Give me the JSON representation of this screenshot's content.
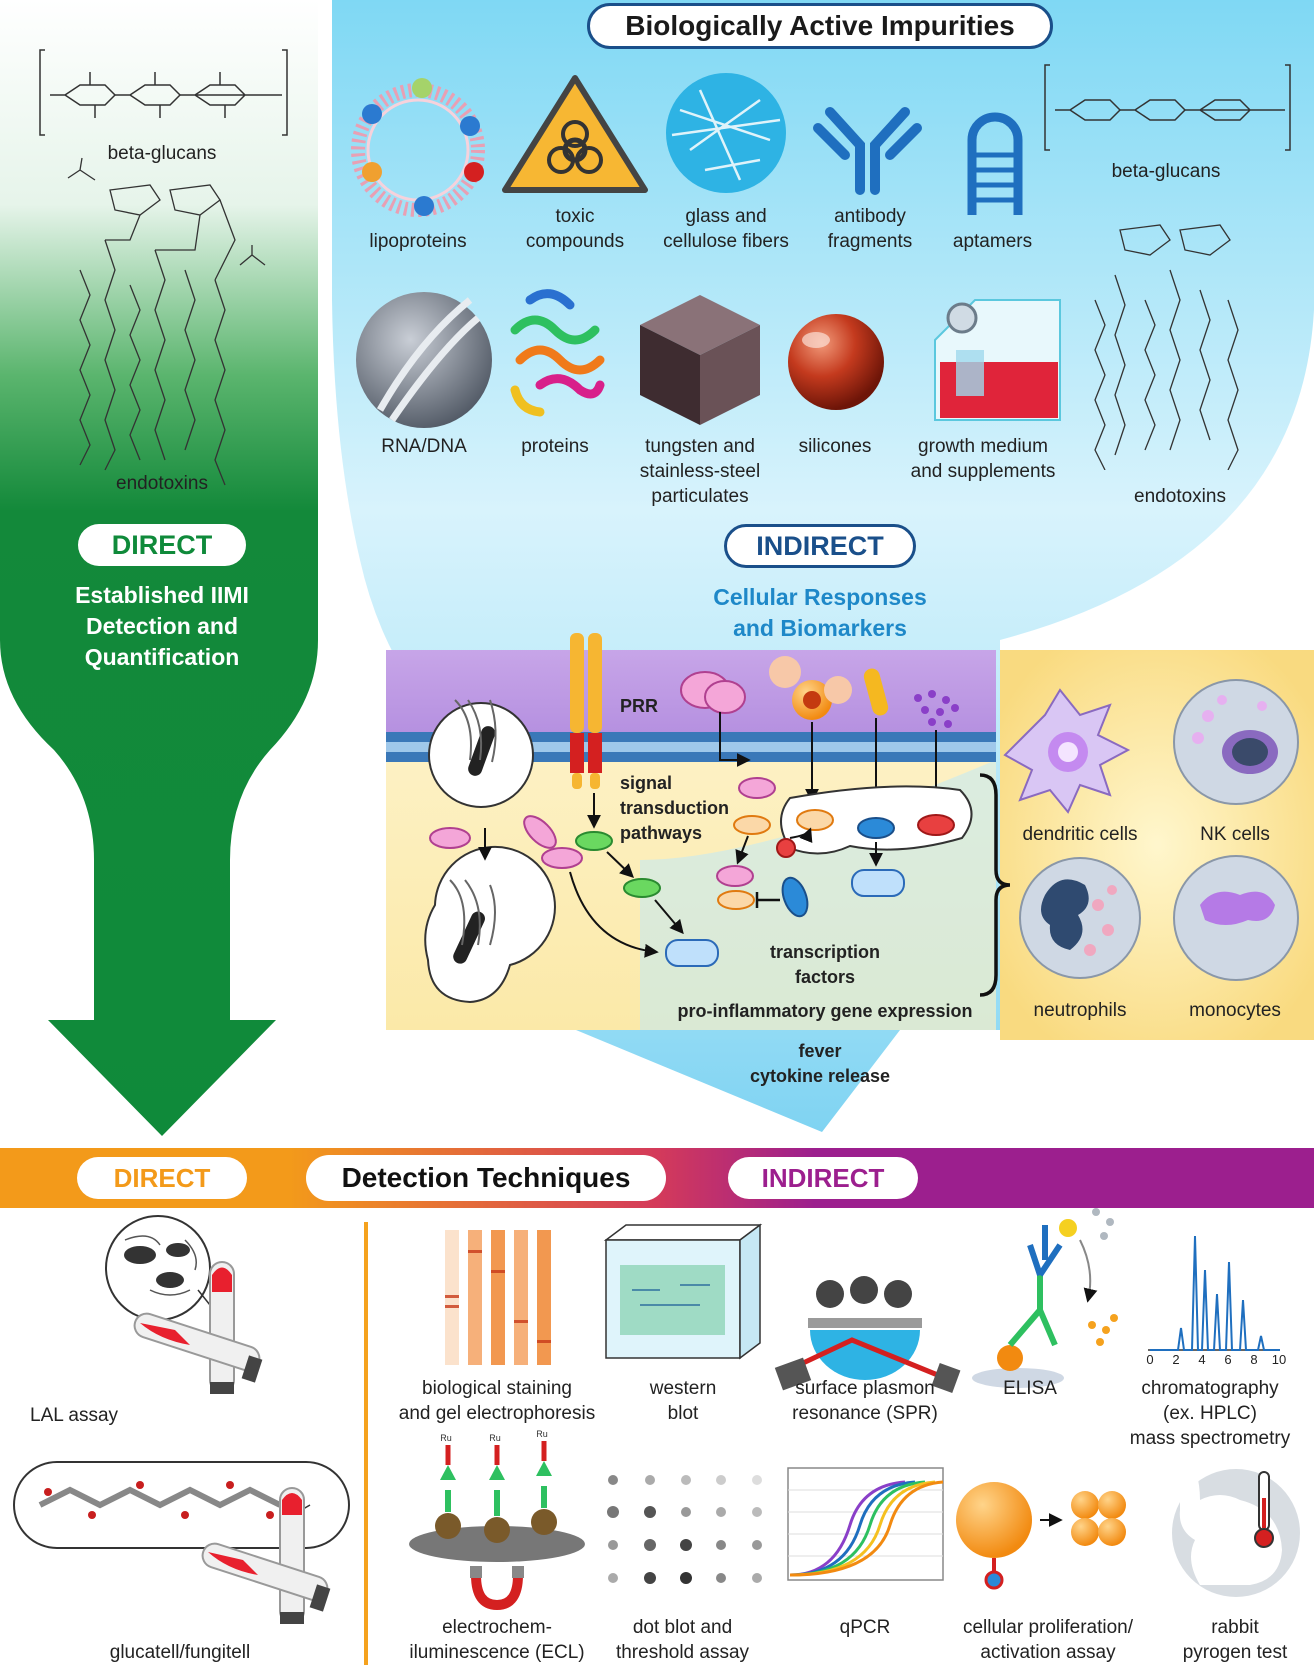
{
  "header": {
    "title": "Biologically Active Impurities"
  },
  "direct_panel": {
    "beta_glucans_label": "beta-glucans",
    "endotoxins_label": "endotoxins",
    "badge": "DIRECT",
    "description_lines": [
      "Established IIMI",
      "Detection and",
      "Quantification"
    ]
  },
  "impurities": {
    "row1": [
      "lipoproteins",
      "toxic\ncompounds",
      "glass and\ncellulose fibers",
      "antibody\nfragments",
      "aptamers"
    ],
    "row2": [
      "RNA/DNA",
      "proteins",
      "tungsten and\nstainless-steel\nparticulates",
      "silicones",
      "growth medium\nand supplements"
    ],
    "right_beta_glucans": "beta-glucans",
    "right_endotoxins": "endotoxins"
  },
  "indirect_panel": {
    "badge": "INDIRECT",
    "subtitle_lines": [
      "Cellular Responses",
      "and Biomarkers"
    ],
    "prr_label": "PRR",
    "signal_label": "signal\ntransduction\npathways",
    "tf_label": "transcription\nfactors",
    "gene_expression": "pro-inflammatory gene expression",
    "outcome_lines": [
      "fever",
      "cytokine release"
    ]
  },
  "immune_cells": [
    "dendritic cells",
    "NK cells",
    "neutrophils",
    "monocytes"
  ],
  "detection_bar": {
    "direct_badge": "DIRECT",
    "title": "Detection Techniques",
    "indirect_badge": "INDIRECT"
  },
  "direct_techniques": [
    "LAL assay",
    "glucatell/fungitell"
  ],
  "indirect_techniques": {
    "row1": [
      "biological staining\nand gel electrophoresis",
      "western\nblot",
      "surface plasmon\nresonance (SPR)",
      "ELISA",
      "chromatography\n(ex. HPLC)\nmass spectrometry"
    ],
    "row2": [
      "electrochem-\niluminescence (ECL)",
      "dot blot and\nthreshold assay",
      "qPCR",
      "cellular proliferation/\nactivation assay",
      "rabbit\npyrogen test"
    ]
  },
  "chromatogram_ticks": [
    "0",
    "2",
    "4",
    "6",
    "8",
    "10"
  ],
  "ecl_tag": "Ru",
  "colors": {
    "direct_green": "#0f8a3a",
    "indirect_blue": "#8fdcf5",
    "orange": "#f5a21e",
    "purple": "#9b1f8f",
    "indirect_text": "#1e88c8"
  }
}
